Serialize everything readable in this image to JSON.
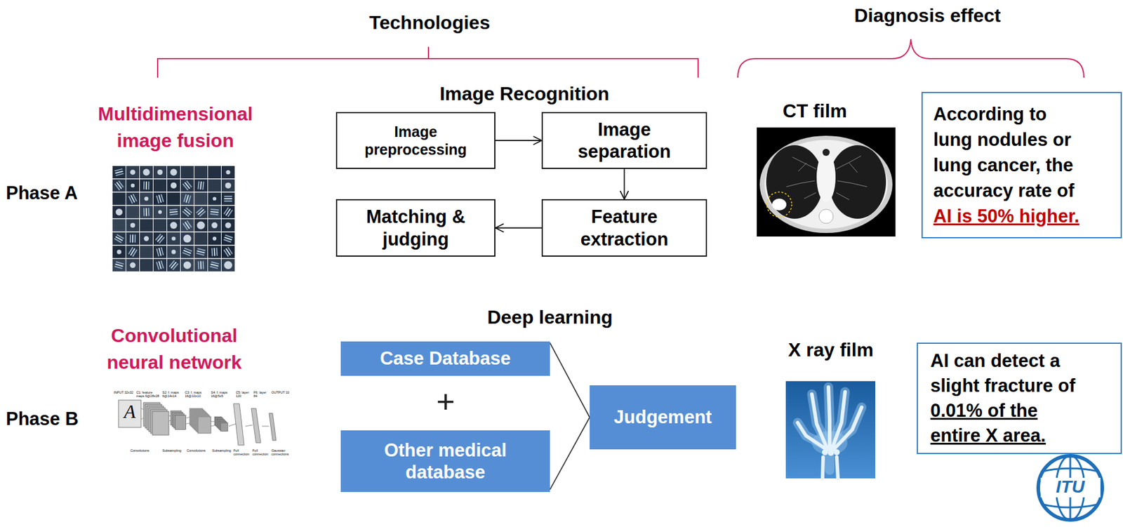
{
  "diagram": {
    "nodes": [
      {
        "text": [
          "Image preprocessing"
        ]
      },
      {
        "text": [
          "Image separation"
        ]
      },
      {
        "text": [
          "Matching & judging"
        ]
      },
      {
        "text": [
          "Feature extraction"
        ]
      },
      {
        "text": [
          "According to lung nodules or lung cancer, the accuracy rate of",
          "AI is 50% higher."
        ]
      },
      {
        "text": [
          "Case Database"
        ]
      },
      {
        "text": [
          "Other medical database"
        ]
      },
      {
        "text": [
          "Judgement"
        ]
      },
      {
        "text": [
          "AI can detect a slight fracture of",
          "0.01% of the entire X area."
        ]
      }
    ],
    "edges": [
      {
        "from": 0,
        "to": 1,
        "arrow": "to"
      },
      {
        "from": 1,
        "to": 3,
        "arrow": "to"
      },
      {
        "from": 3,
        "to": 2,
        "arrow": "to"
      },
      {
        "from": 5,
        "to": 7,
        "arrow": "none"
      },
      {
        "from": 6,
        "to": 7,
        "arrow": "none"
      }
    ],
    "labels": [
      "Technologies",
      "Diagnosis effect",
      "Multidimensional image fusion",
      "Phase A",
      "Image Recognition",
      "CT film",
      "Convolutional neural network",
      "Phase B",
      "Deep learning",
      "+",
      "X ray film",
      "INPUT 32x32",
      "A",
      "C1: feature maps 6@28x28",
      "S2: f. maps 6@14x14",
      "C3: f. maps 16@10x10",
      "S4: f. maps 16@5x5",
      "C5: layer 120",
      "F6: layer 84",
      "OUTPUT 10",
      "Convolutions",
      "Subsampling",
      "Convolutions",
      "Subsampling",
      "Full connection",
      "Full connection",
      "Gaussian connections",
      "ITU"
    ]
  }
}
